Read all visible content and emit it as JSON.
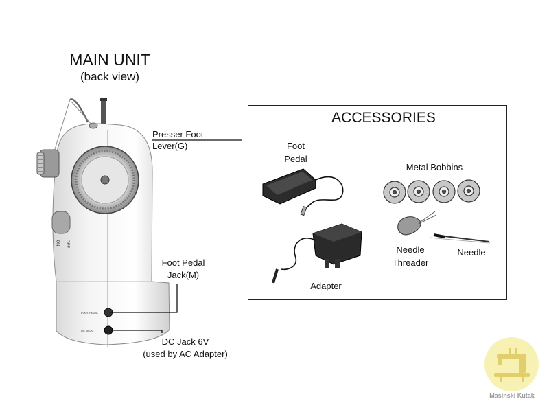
{
  "main_unit": {
    "title": "MAIN UNIT",
    "subtitle": "(back view)",
    "switch_on": "ON",
    "switch_off": "OFF"
  },
  "callouts": {
    "presser_foot_lever": "Presser Foot Lever(G)",
    "foot_pedal_jack_line1": "Foot Pedal",
    "foot_pedal_jack_line2": "Jack(M)",
    "dc_jack_line1": "DC Jack 6V",
    "dc_jack_line2": "(used by AC Adapter)"
  },
  "accessories": {
    "title": "ACCESSORIES",
    "foot_pedal_line1": "Foot",
    "foot_pedal_line2": "Pedal",
    "metal_bobbins": "Metal Bobbins",
    "needle_threader_line1": "Needle",
    "needle_threader_line2": "Threader",
    "needle": "Needle",
    "adapter": "Adapter"
  },
  "watermark": {
    "text": "Masinski Kutak"
  }
}
